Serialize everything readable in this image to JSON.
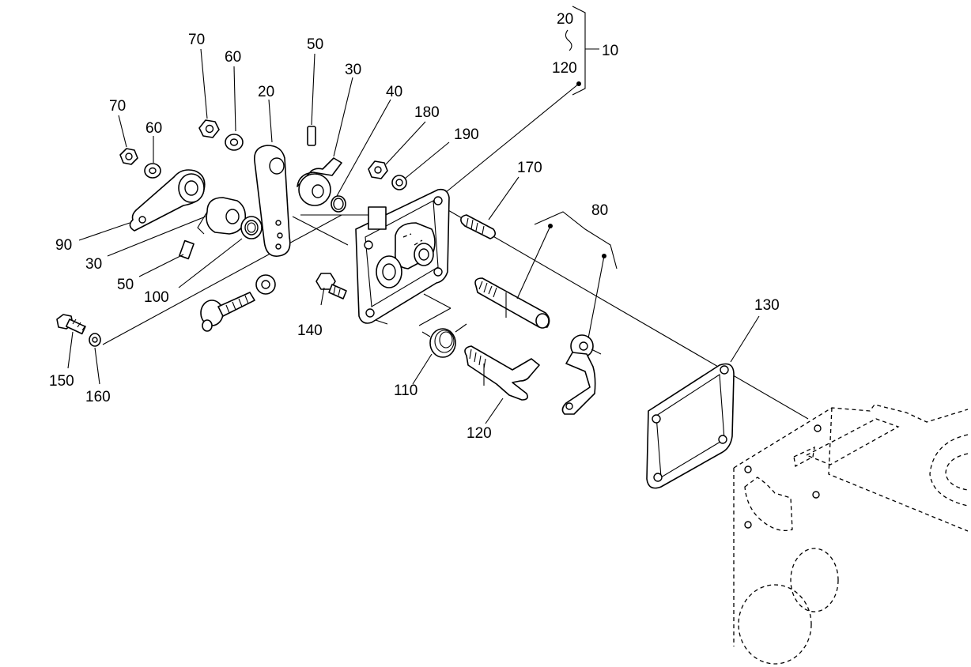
{
  "callouts": {
    "c10": "10",
    "c20_group": "20",
    "c120_group": "120",
    "c20": "20",
    "c30_top": "30",
    "c30_left": "30",
    "c40": "40",
    "c50_top": "50",
    "c50_left": "50",
    "c60_top": "60",
    "c60_left": "60",
    "c70_top": "70",
    "c70_left": "70",
    "c80": "80",
    "c90": "90",
    "c100": "100",
    "c110": "110",
    "c120": "120",
    "c130": "130",
    "c140": "140",
    "c150": "150",
    "c160": "160",
    "c170": "170",
    "c180": "180",
    "c190": "190"
  }
}
